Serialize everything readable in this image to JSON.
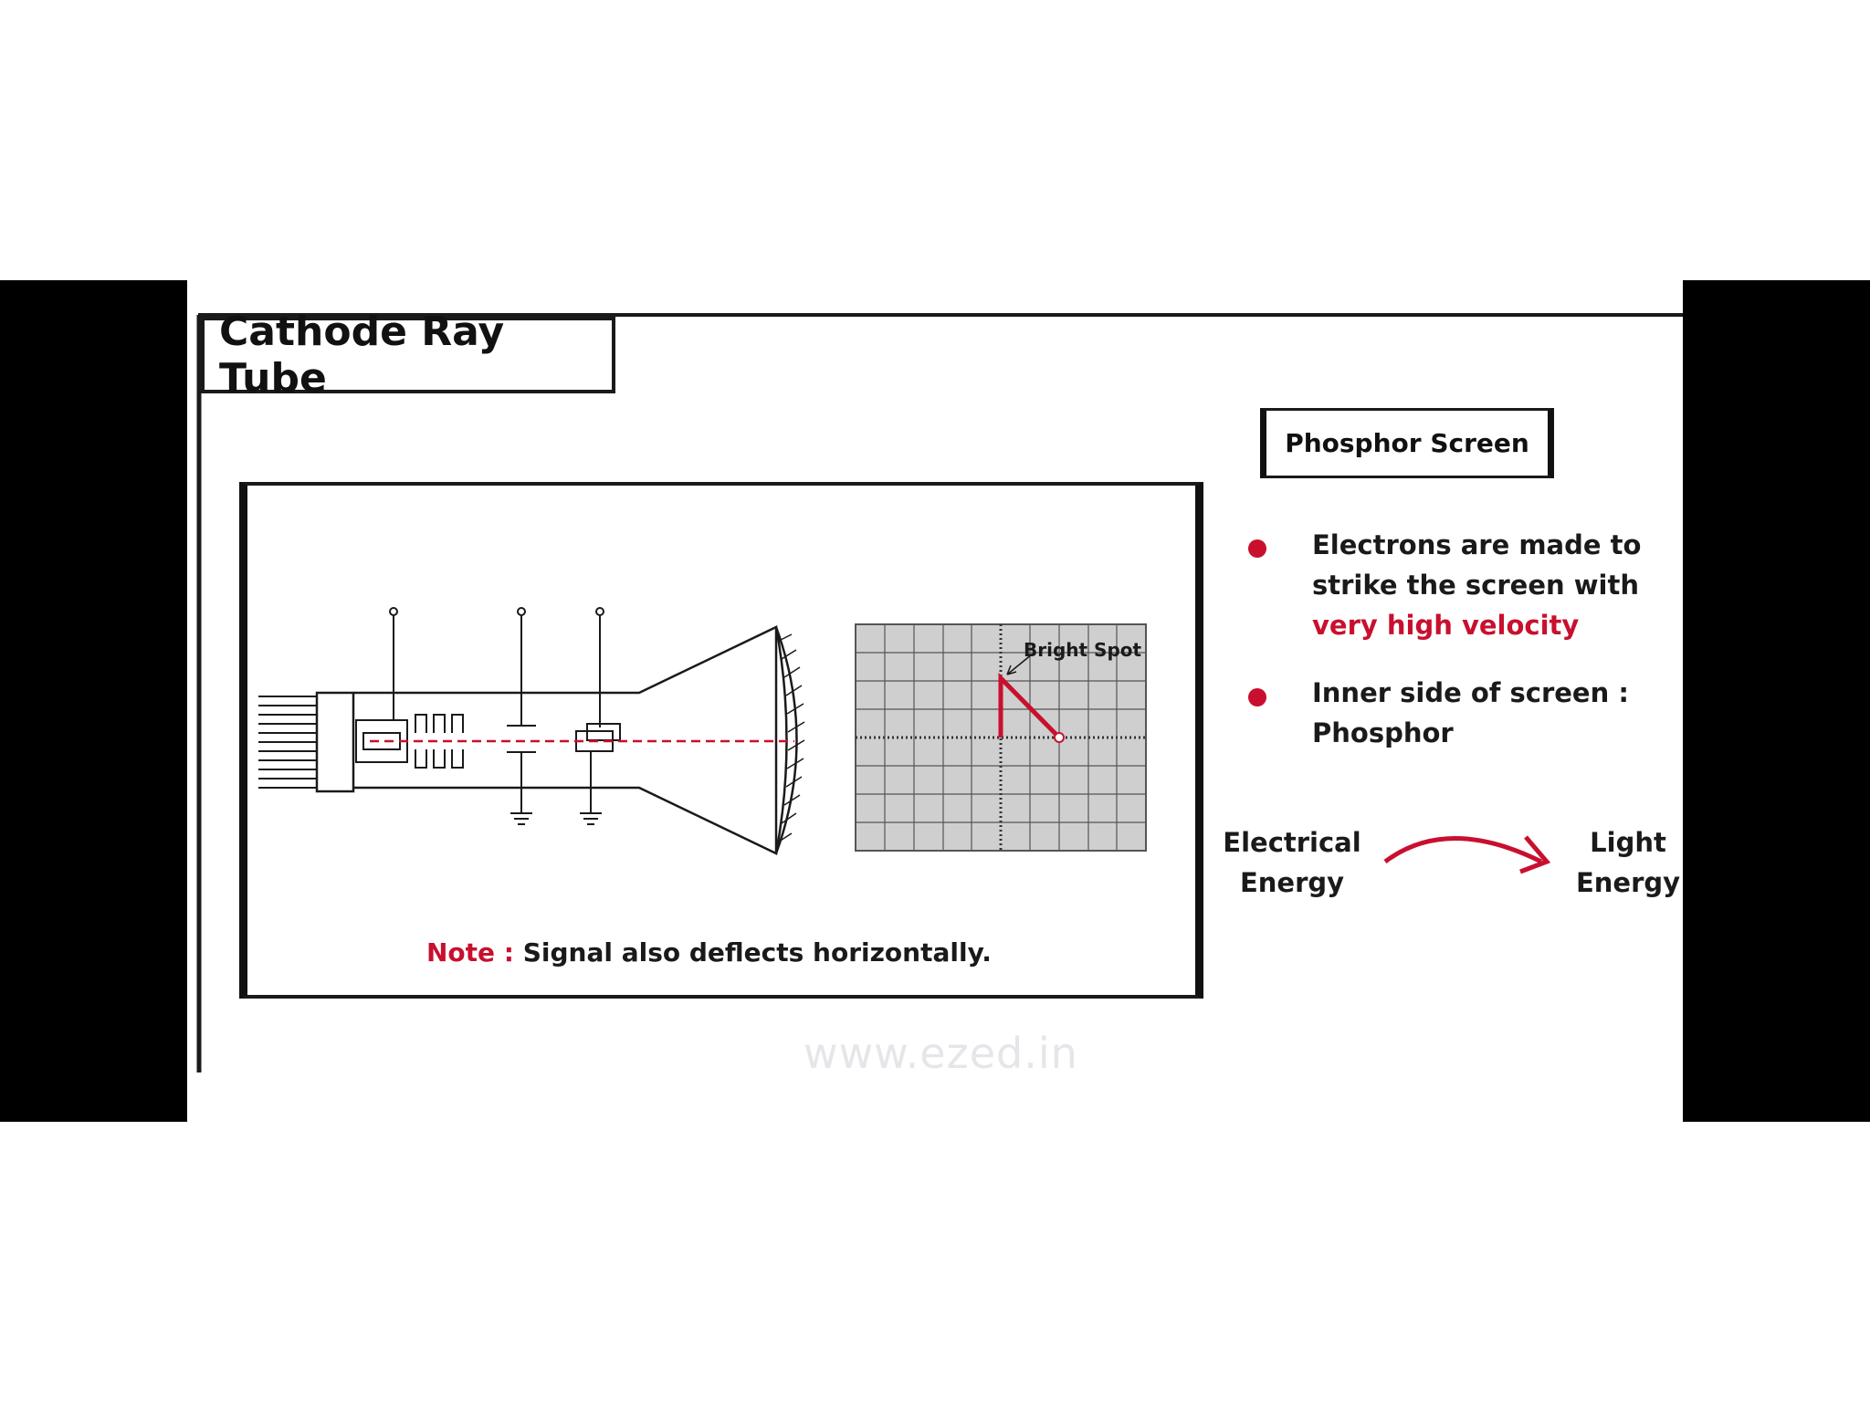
{
  "title": "Cathode Ray Tube",
  "diagram": {
    "bright_spot_label": "Bright Spot",
    "note_label": "Note :",
    "note_text": "Signal also deflects horizontally."
  },
  "panel": {
    "heading": "Phosphor Screen",
    "bullets": [
      {
        "text": "Electrons are made to strike the screen with",
        "highlight": "very high velocity"
      },
      {
        "text": "Inner side of screen :",
        "text2": "Phosphor"
      }
    ],
    "energy_from_line1": "Electrical",
    "energy_from_line2": "Energy",
    "energy_to_line1": "Light",
    "energy_to_line2": "Energy"
  },
  "watermark": "www.ezed.in",
  "colors": {
    "accent": "#c8102e",
    "ink": "#1a1a1a",
    "grid": "#cfcfcf"
  },
  "icons": [
    "transformation-arrow-icon",
    "ground-symbol-icon",
    "bullet-dot-icon"
  ]
}
